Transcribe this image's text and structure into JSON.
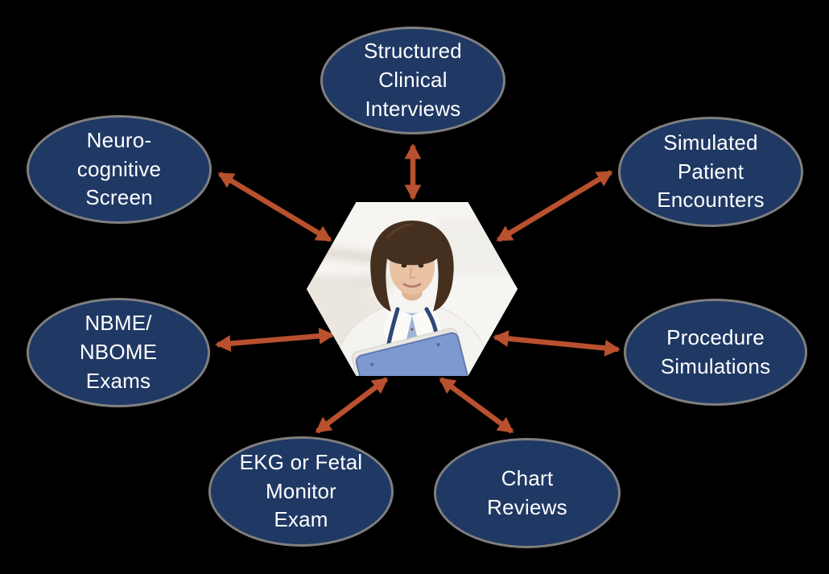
{
  "colors": {
    "background": "#000000",
    "node_fill": "#1F3864",
    "node_border": "#7F7F7F",
    "node_text": "#FFFFFF",
    "arrow": "#B9502E"
  },
  "center": {
    "shape": "hexagon",
    "alt": "Photo of a female physician in a white coat with a blue stethoscope, light blue shirt, holding a blue clipboard"
  },
  "nodes": [
    {
      "id": "structured-clinical-interviews",
      "label": "Structured\nClinical\nInterviews"
    },
    {
      "id": "neurocognitive-screen",
      "label": "Neuro-\ncognitive\nScreen"
    },
    {
      "id": "simulated-patient-encounters",
      "label": "Simulated\nPatient\nEncounters"
    },
    {
      "id": "nbme-nbome-exams",
      "label": "NBME/\nNBOME\nExams"
    },
    {
      "id": "procedure-simulations",
      "label": "Procedure\nSimulations"
    },
    {
      "id": "ekg-or-fetal-monitor-exam",
      "label": "EKG or Fetal\nMonitor\nExam"
    },
    {
      "id": "chart-reviews",
      "label": "Chart\nReviews"
    }
  ]
}
